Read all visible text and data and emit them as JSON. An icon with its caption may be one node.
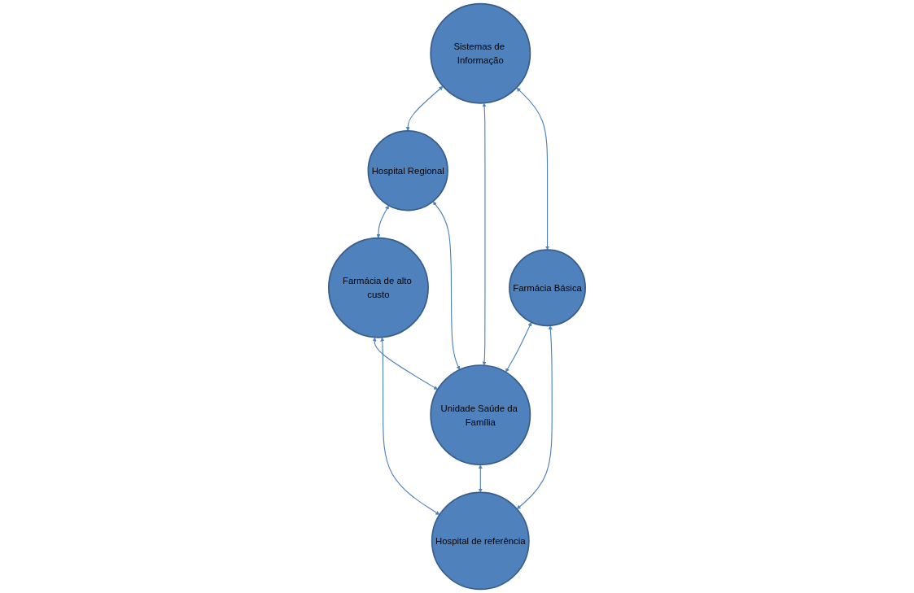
{
  "diagram": {
    "nodes": [
      {
        "text": [
          "Hospital Regional"
        ]
      },
      {
        "text": [
          "Sistemas de Informação"
        ]
      },
      {
        "text": [
          "Farmácia de alto custo"
        ]
      },
      {
        "text": [
          "Unidade Saúde da Família"
        ]
      },
      {
        "text": [
          "Farmácia Básica"
        ]
      },
      {
        "text": [
          "Hospital de referência"
        ]
      }
    ],
    "edges": [
      {
        "from": 1,
        "to": 0,
        "arrow": "both"
      },
      {
        "from": 0,
        "to": 2,
        "arrow": "both"
      },
      {
        "from": 0,
        "to": 3,
        "arrow": "both"
      },
      {
        "from": 1,
        "to": 3,
        "arrow": "both"
      },
      {
        "from": 2,
        "to": 3,
        "arrow": "both"
      },
      {
        "from": 1,
        "to": 4,
        "arrow": "both"
      },
      {
        "from": 4,
        "to": 3,
        "arrow": "both"
      },
      {
        "from": 3,
        "to": 5,
        "arrow": "both"
      },
      {
        "from": 2,
        "to": 5,
        "arrow": "both"
      },
      {
        "from": 4,
        "to": 5,
        "arrow": "both"
      }
    ]
  }
}
